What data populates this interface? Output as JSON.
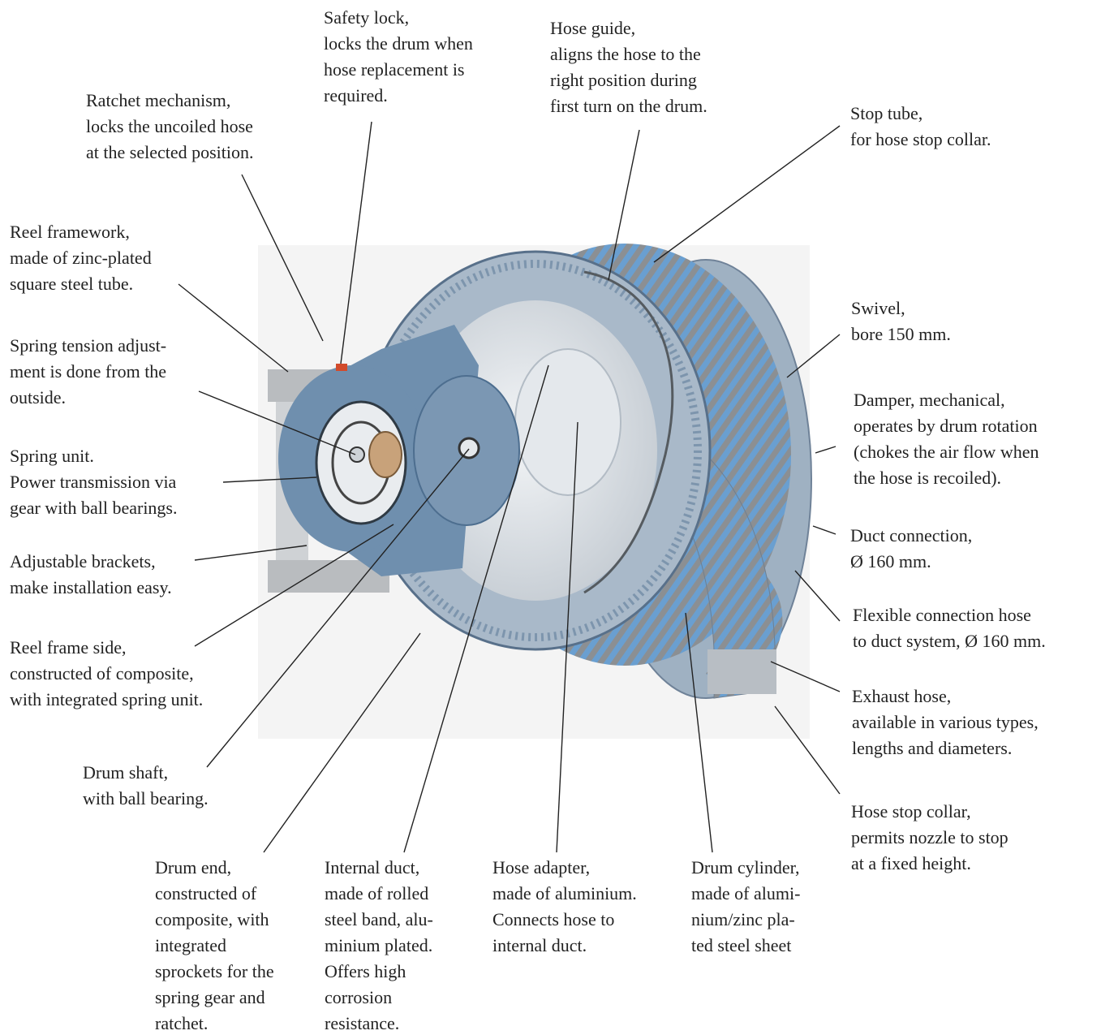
{
  "colors": {
    "frame_blue": "#6f8fae",
    "frame_blue_dark": "#4d6e8f",
    "hose_blue": "#6a9fd0",
    "hose_grey": "#8b8f93",
    "drum_light": "#dde3e8",
    "metal": "#b9bcbf",
    "photo_bg": "#f4f4f4",
    "text": "#222222",
    "leader": "#222222"
  },
  "labels": {
    "safety_lock": {
      "lines": [
        "Safety lock,",
        "locks the drum when",
        "hose replacement is",
        "required."
      ]
    },
    "hose_guide": {
      "lines": [
        "Hose guide,",
        "aligns the hose to the",
        "right position during",
        "first turn on the drum."
      ]
    },
    "ratchet": {
      "lines": [
        "Ratchet mechanism,",
        "locks the uncoiled hose",
        "at the selected position."
      ]
    },
    "stop_tube": {
      "lines": [
        "Stop tube,",
        "for hose stop collar."
      ]
    },
    "reel_framework": {
      "lines": [
        "Reel framework,",
        "made of zinc-plated",
        "square steel tube."
      ]
    },
    "swivel": {
      "lines": [
        "Swivel,",
        "bore 150 mm."
      ]
    },
    "spring_tension": {
      "lines": [
        "Spring tension adjust-",
        "ment is done from the",
        "outside."
      ]
    },
    "damper": {
      "lines": [
        "Damper, mechanical,",
        "operates by drum rotation",
        "(chokes the air flow when",
        "the hose is recoiled)."
      ]
    },
    "spring_unit": {
      "lines": [
        "Spring unit.",
        "Power transmission via",
        "gear with ball bearings."
      ]
    },
    "duct_connection": {
      "lines": [
        "Duct connection,",
        "Ø 160 mm."
      ]
    },
    "adjustable_brackets": {
      "lines": [
        "Adjustable brackets,",
        "make installation easy."
      ]
    },
    "flexible_hose": {
      "lines": [
        "Flexible connection hose",
        "to duct system, Ø 160 mm."
      ]
    },
    "reel_frame_side": {
      "lines": [
        "Reel frame side,",
        "constructed of composite,",
        "with integrated spring unit."
      ]
    },
    "exhaust_hose": {
      "lines": [
        "Exhaust hose,",
        "available in various types,",
        "lengths and diameters."
      ]
    },
    "drum_shaft": {
      "lines": [
        "Drum shaft,",
        "with ball bearing."
      ]
    },
    "hose_stop_collar": {
      "lines": [
        "Hose stop collar,",
        "permits nozzle to stop",
        "at a fixed height."
      ]
    },
    "drum_end": {
      "lines": [
        "Drum end,",
        "constructed of",
        "composite, with",
        "integrated",
        "sprockets for the",
        "spring gear and",
        "ratchet."
      ]
    },
    "internal_duct": {
      "lines": [
        "Internal duct,",
        "made of rolled",
        "steel band, alu-",
        "minium plated.",
        "Offers high",
        "corrosion",
        "resistance."
      ]
    },
    "hose_adapter": {
      "lines": [
        "Hose adapter,",
        "made of aluminium.",
        "Connects hose to",
        "internal duct."
      ]
    },
    "drum_cylinder": {
      "lines": [
        "Drum cylinder,",
        "made of alumi-",
        "nium/zinc pla-",
        "ted steel sheet"
      ]
    }
  }
}
